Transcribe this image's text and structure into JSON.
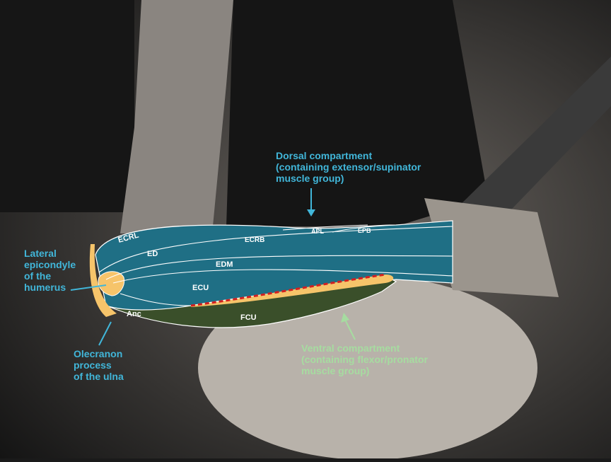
{
  "figure": {
    "title": "Forearm muscle compartments overlaid on photo of banjo player",
    "colors": {
      "dorsal_label": "#41b6d9",
      "ventral_label": "#a6dca0",
      "dorsal_muscle_fill": "#1f6f85",
      "ventral_muscle_fill": "#3a4f2a",
      "bone": "#f6c46a",
      "septum_dash": "#d42020"
    },
    "labels": {
      "dorsal_compartment": [
        "Dorsal compartment",
        "(containing extensor/supinator",
        "muscle group)"
      ],
      "ventral_compartment": [
        "Ventral compartment",
        "(containing flexor/pronator",
        "muscle group)"
      ],
      "lateral_epicondyle": [
        "Lateral",
        "epicondyle",
        "of the",
        "humerus"
      ],
      "olecranon": [
        "Olecranon",
        "process",
        "of the ulna"
      ]
    },
    "muscles": {
      "ecrl": "ECRL",
      "ecrb": "ECRB",
      "apl": "APL",
      "epb": "EPB",
      "ed": "ED",
      "edm": "EDM",
      "ecu": "ECU",
      "anc": "Anc",
      "fcu": "FCU"
    }
  }
}
